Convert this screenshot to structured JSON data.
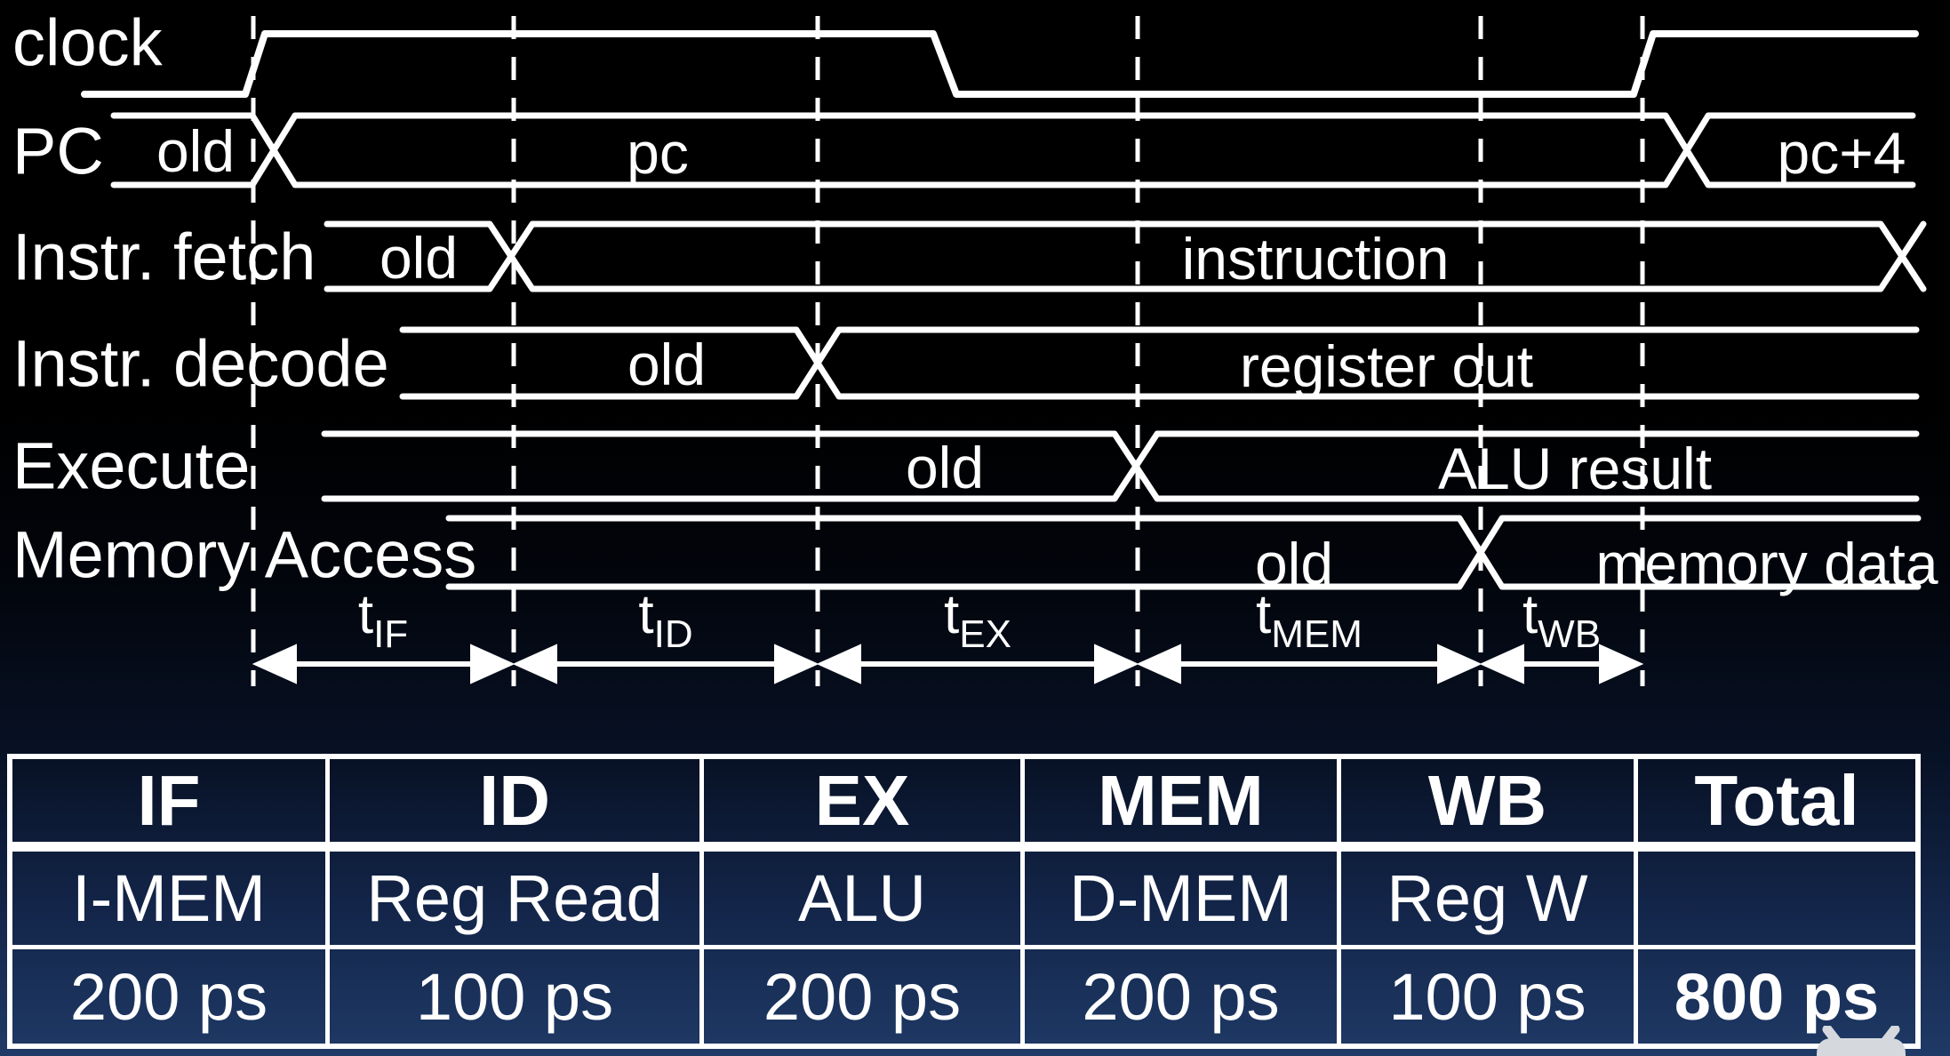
{
  "waveform": {
    "signals": [
      {
        "label": "clock",
        "values": []
      },
      {
        "label": "PC",
        "values": [
          "old",
          "pc",
          "pc+4"
        ]
      },
      {
        "label": "Instr. fetch",
        "values": [
          "old",
          "instruction"
        ]
      },
      {
        "label": "Instr. decode",
        "values": [
          "old",
          "register out"
        ]
      },
      {
        "label": "Execute",
        "values": [
          "old",
          "ALU result"
        ]
      },
      {
        "label": "Memory Access",
        "values": [
          "old",
          "memory data"
        ]
      }
    ],
    "timing_intervals": [
      {
        "base": "t",
        "sub": "IF"
      },
      {
        "base": "t",
        "sub": "ID"
      },
      {
        "base": "t",
        "sub": "EX"
      },
      {
        "base": "t",
        "sub": "MEM"
      },
      {
        "base": "t",
        "sub": "WB"
      }
    ]
  },
  "table": {
    "headers": [
      "IF",
      "ID",
      "EX",
      "MEM",
      "WB",
      "Total"
    ],
    "rows": [
      {
        "cells": [
          "I-MEM",
          "Reg Read",
          "ALU",
          "D-MEM",
          "Reg W",
          ""
        ]
      },
      {
        "cells": [
          "200 ps",
          "100 ps",
          "200 ps",
          "200 ps",
          "100 ps",
          "800 ps"
        ]
      }
    ]
  },
  "icons": {
    "watermark": "android-robot-icon"
  },
  "colors": {
    "background_top": "#000000",
    "background_bottom": "#1f3a66",
    "line": "#ffffff",
    "text": "#ffffff",
    "table_border": "#ffffff",
    "watermark_icon": "#d5d9de"
  }
}
